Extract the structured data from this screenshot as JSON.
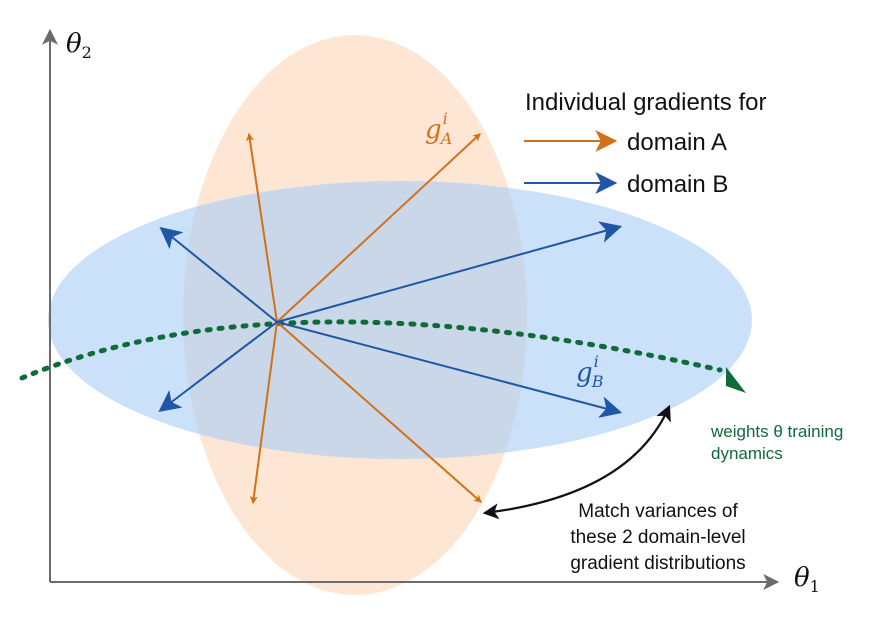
{
  "axes": {
    "x_symbol": "θ",
    "x_subscript": "1",
    "y_symbol": "θ",
    "y_subscript": "2"
  },
  "legend": {
    "title": "Individual gradients for",
    "domain_a_label": "domain A",
    "domain_b_label": "domain B"
  },
  "labels": {
    "g_symbol": "g",
    "superscript_i": "i",
    "subscript_a": "A",
    "subscript_b": "B",
    "dynamics_line1": "weights θ training",
    "dynamics_line2": "dynamics",
    "match_line1": "Match variances of",
    "match_line2": "these 2 domain-level",
    "match_line3": "gradient distributions"
  },
  "colors": {
    "domain_a": "#d2711a",
    "domain_b": "#1f57a6",
    "domain_a_fill": "#fde3cd",
    "domain_b_fill": "#c9e0fb",
    "trajectory": "#0f6b3a",
    "axis": "#6b6b6b",
    "text": "#111111"
  }
}
